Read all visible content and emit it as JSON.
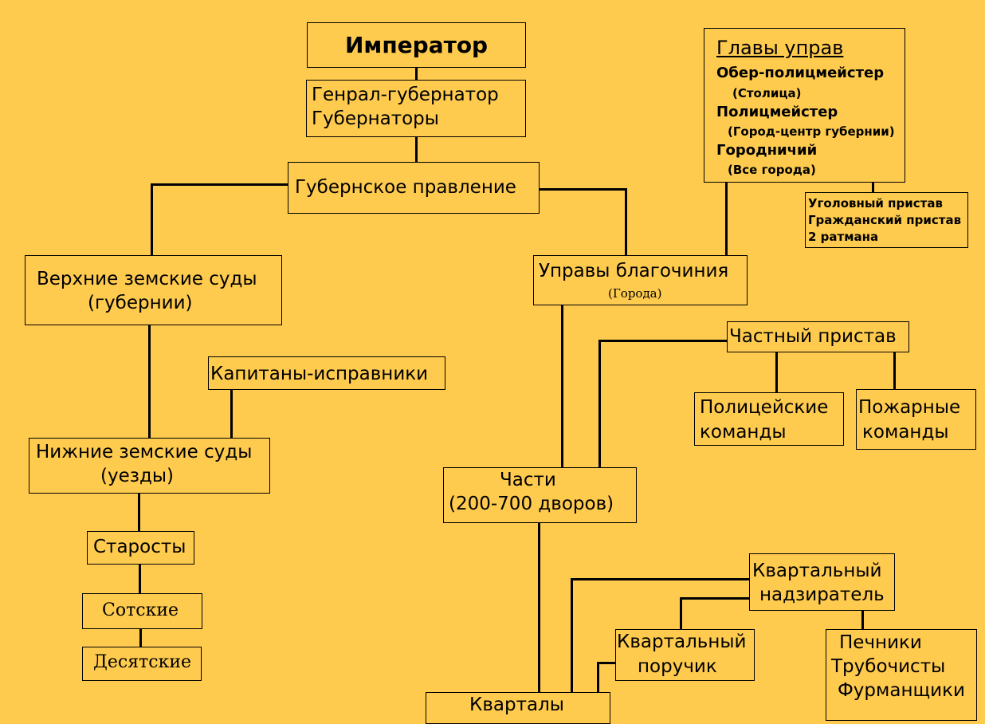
{
  "colors": {
    "background": "#FFCB4F",
    "line": "#000000"
  },
  "nodes": {
    "emperor": "Император",
    "governor_general": [
      "Генрал-губернатор",
      "Губернаторы"
    ],
    "provincial_board": "Губернское правление",
    "upper_courts": [
      "Верхние земские суды",
      "(губернии)"
    ],
    "captains": "Капитаны-исправники",
    "lower_courts": [
      "Нижние земские суды",
      "(уезды)"
    ],
    "elders": "Старосты",
    "sotskie": "Сотские",
    "desyatskie": "Десятские",
    "deanery_boards": {
      "title": "Управы благочиния",
      "subtitle": "(Города)"
    },
    "heads": {
      "title": "Главы управ",
      "lines": [
        "Обер-полицмейстер",
        "Полицмейстер",
        "Городничий"
      ],
      "notes": [
        "(Столица)",
        "(Город-центр губернии)",
        "(Все города)"
      ]
    },
    "bailiffs": [
      "Уголовный пристав",
      "Гражданский пристав",
      "2 ратмана"
    ],
    "private_bailiff": "Частный пристав",
    "police_teams": [
      "Полицейские",
      "команды"
    ],
    "fire_teams": [
      "Пожарные",
      "команды"
    ],
    "parts": [
      "Части",
      "(200-700 дворов)"
    ],
    "quarter_supervisor": [
      "Квартальный",
      "надзиратель"
    ],
    "quarter_lieutenant": [
      "Квартальный",
      "поручик"
    ],
    "stovemakers": [
      "Печники",
      "Трубочисты",
      "Фурманщики"
    ],
    "quarters": "Кварталы"
  }
}
